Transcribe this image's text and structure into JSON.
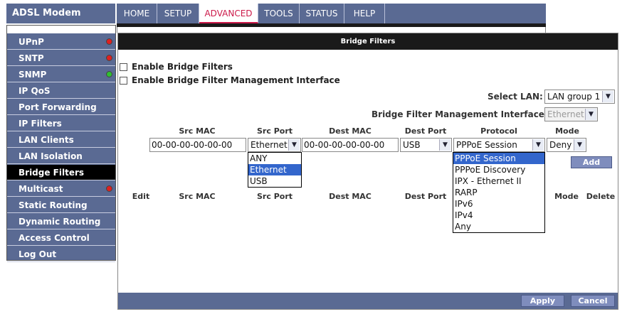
{
  "brand": "ADSL Modem",
  "nav": [
    {
      "label": "HOME",
      "active": false,
      "width": 57
    },
    {
      "label": "SETUP",
      "active": false,
      "width": 59
    },
    {
      "label": "ADVANCED",
      "active": true,
      "width": 83
    },
    {
      "label": "TOOLS",
      "active": false,
      "width": 58
    },
    {
      "label": "STATUS",
      "active": false,
      "width": 63
    },
    {
      "label": "HELP",
      "active": false,
      "width": 57
    }
  ],
  "sidebar": [
    {
      "label": "UPnP",
      "dot": "red"
    },
    {
      "label": "SNTP",
      "dot": "red"
    },
    {
      "label": "SNMP",
      "dot": "green"
    },
    {
      "label": "IP QoS",
      "dot": ""
    },
    {
      "label": "Port Forwarding",
      "dot": ""
    },
    {
      "label": "IP Filters",
      "dot": ""
    },
    {
      "label": "LAN Clients",
      "dot": ""
    },
    {
      "label": "LAN Isolation",
      "dot": ""
    },
    {
      "label": "Bridge Filters",
      "dot": "",
      "active": true
    },
    {
      "label": "Multicast",
      "dot": "red"
    },
    {
      "label": "Static Routing",
      "dot": ""
    },
    {
      "label": "Dynamic Routing",
      "dot": ""
    },
    {
      "label": "Access Control",
      "dot": ""
    },
    {
      "label": "Log Out",
      "dot": ""
    }
  ],
  "page": {
    "title": "Bridge Filters",
    "enable_bridge_filters": "Enable Bridge Filters",
    "enable_mgmt_interface": "Enable Bridge Filter Management Interface",
    "select_lan_label": "Select LAN:",
    "select_lan_value": "LAN group 1",
    "mgmt_interface_label": "Bridge Filter Management Interface:",
    "mgmt_interface_value": "Ethernet"
  },
  "form": {
    "headers": {
      "src_mac": "Src MAC",
      "src_port": "Src Port",
      "dest_mac": "Dest MAC",
      "dest_port": "Dest Port",
      "protocol": "Protocol",
      "mode": "Mode"
    },
    "src_mac_value": "00-00-00-00-00-00",
    "src_port_value": "Ethernet",
    "dest_mac_value": "00-00-00-00-00-00",
    "dest_port_value": "USB",
    "protocol_value": "PPPoE Session",
    "mode_value": "Deny",
    "add_label": "Add"
  },
  "src_port_options": [
    "ANY",
    "Ethernet",
    "USB"
  ],
  "src_port_selected_index": 1,
  "protocol_options": [
    "PPPoE Session",
    "PPPoE Discovery",
    "IPX - Ethernet II",
    "RARP",
    "IPv6",
    "IPv4",
    "Any"
  ],
  "protocol_selected_index": 0,
  "table": {
    "headers": {
      "edit": "Edit",
      "src_mac": "Src MAC",
      "src_port": "Src Port",
      "dest_mac": "Dest MAC",
      "dest_port": "Dest Port",
      "mode": "Mode",
      "delete": "Delete"
    }
  },
  "buttons": {
    "apply": "Apply",
    "cancel": "Cancel"
  },
  "icons": {
    "dropdown": "chevron-down-icon",
    "checkbox": "checkbox-icon",
    "status_dot": "status-dot-icon"
  },
  "colors": {
    "nav_bg": "#5a6a93",
    "active_tab_text": "#cc1a4a",
    "selected_option": "#3366cc",
    "button_bg": "#7f8dbd"
  }
}
